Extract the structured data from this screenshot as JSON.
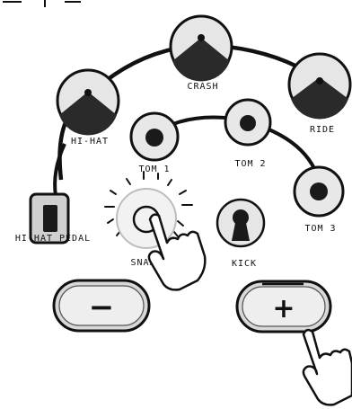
{
  "labels": {
    "crash": "CRASH",
    "hihat": "HI-HAT",
    "ride": "RIDE",
    "tom1": "TOM 1",
    "tom2": "TOM 2",
    "tom3": "TOM 3",
    "hihat_pedal": "HI-HAT PEDAL",
    "snare": "SNARE",
    "kick": "KICK"
  },
  "buttons": {
    "minus": "−",
    "plus": "+"
  },
  "icons": {
    "cymbal": "cymbal-gauge-icon",
    "tom": "tom-drum-icon",
    "pedal": "pedal-icon",
    "kick": "kick-lever-icon",
    "hand": "pointing-hand-icon"
  },
  "colors": {
    "ink": "#111111",
    "pad_fill": "#d8d8d8",
    "dark_fill": "#2a2a2a"
  }
}
